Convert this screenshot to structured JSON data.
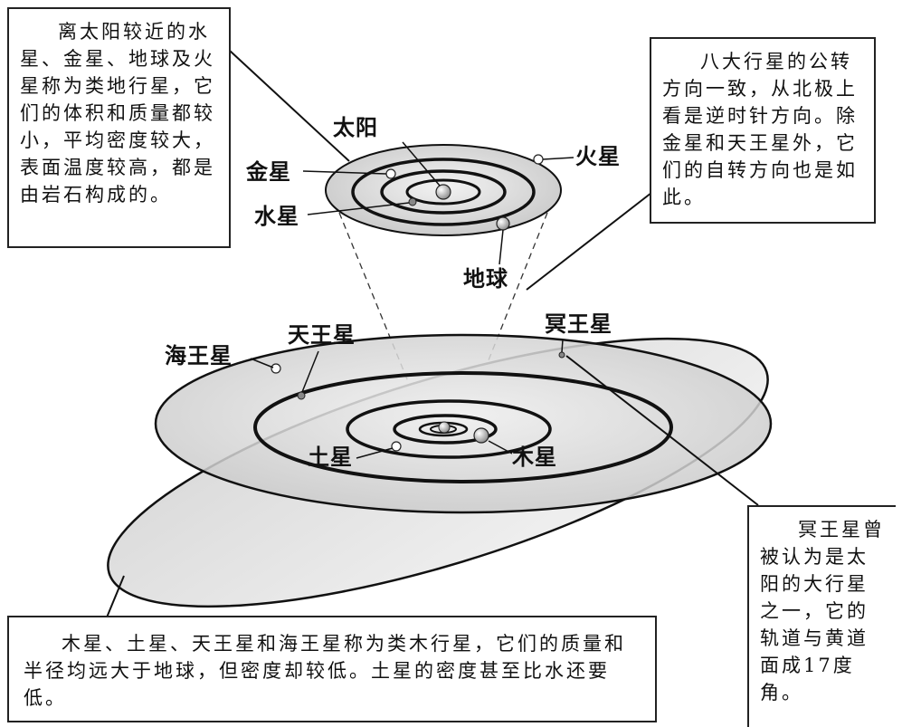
{
  "callouts": {
    "terrestrial": "离太阳较近的水星、金星、地球及火星称为类地行星，它们的体积和质量都较小，平均密度较大，表面温度较高，都是由岩石构成的。",
    "revolution": "八大行星的公转方向一致，从北极上看是逆时针方向。除金星和天王星外，它们的自转方向也是如此。",
    "pluto": "冥王星曾被认为是太阳的大行星之一，它的轨道与黄道面成17度角。",
    "jovian": "木星、土星、天王星和海王星称为类木行星，它们的质量和半径均远大于地球，但密度却较低。土星的密度甚至比水还要低。"
  },
  "labels": {
    "sun": "太阳",
    "venus": "金星",
    "mercury": "水星",
    "mars": "火星",
    "earth": "地球",
    "uranus": "天王星",
    "neptune": "海王星",
    "pluto": "冥王星",
    "saturn": "土星",
    "jupiter": "木星"
  }
}
